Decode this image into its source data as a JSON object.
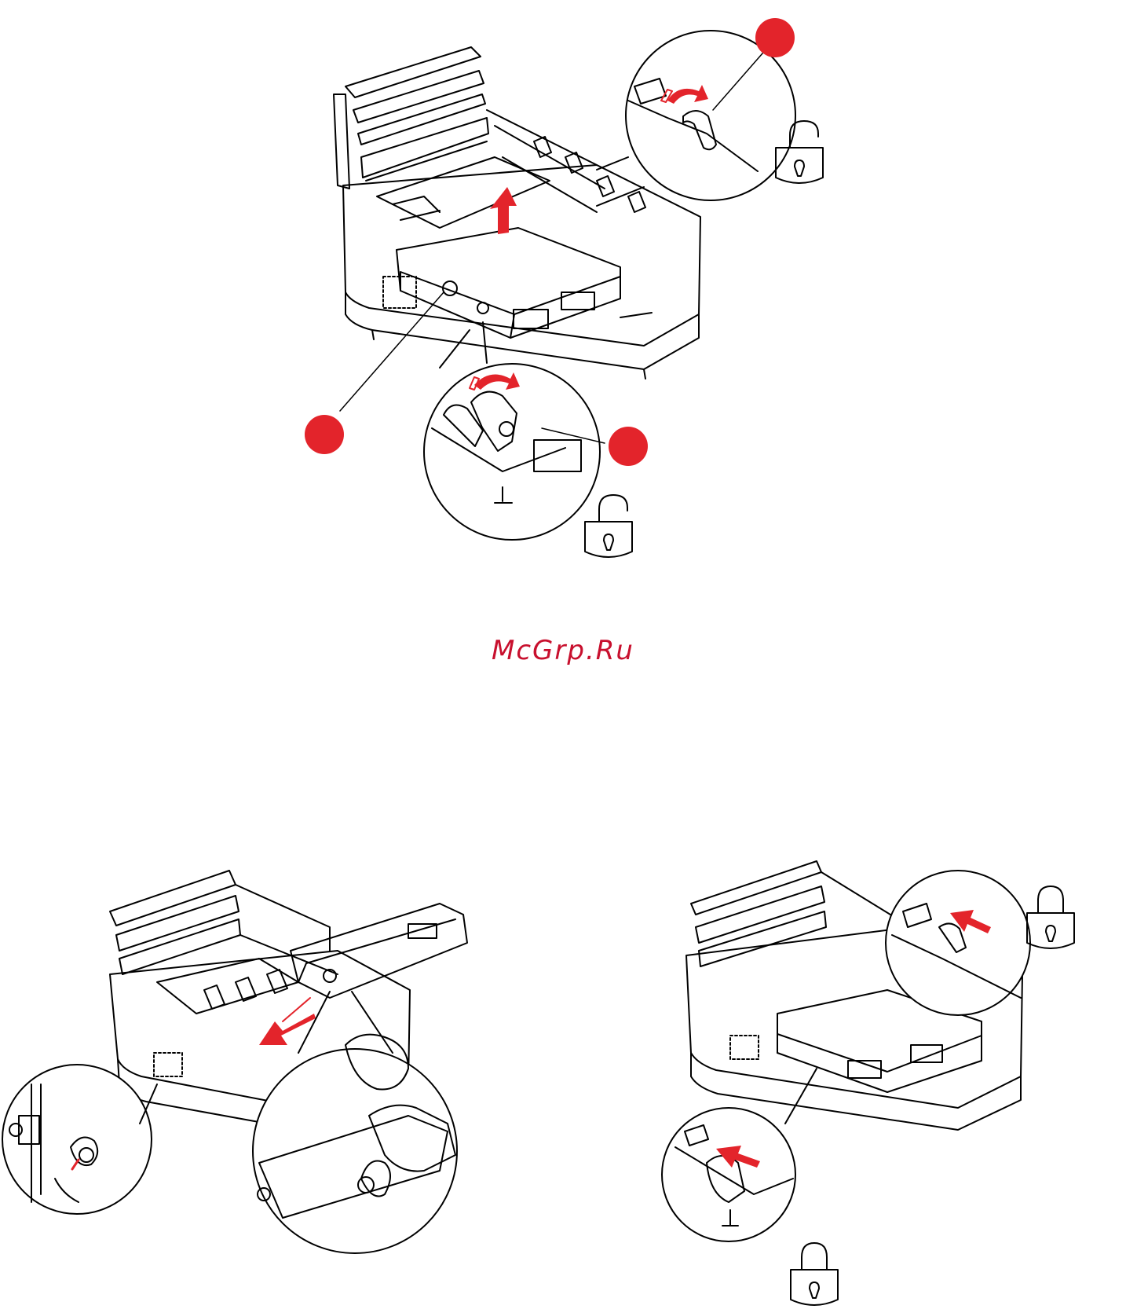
{
  "page": {
    "watermark": "McGrp.Ru",
    "accent_color": "#e3242b",
    "ink_color": "#000000"
  },
  "figures": [
    {
      "id": "remove-belt",
      "icons": [
        "unlock-padlock-icon",
        "unlock-padlock-icon",
        "arrow-up-icon",
        "rotate-arrow-icon",
        "rotate-arrow-icon"
      ],
      "callouts": [
        "",
        "",
        ""
      ]
    },
    {
      "id": "insert-belt",
      "icons": [
        "insert-arrow-icon",
        "hand-icon"
      ]
    },
    {
      "id": "lock-belt",
      "icons": [
        "lock-padlock-icon",
        "lock-padlock-icon",
        "push-arrow-icon",
        "push-arrow-icon"
      ]
    }
  ]
}
